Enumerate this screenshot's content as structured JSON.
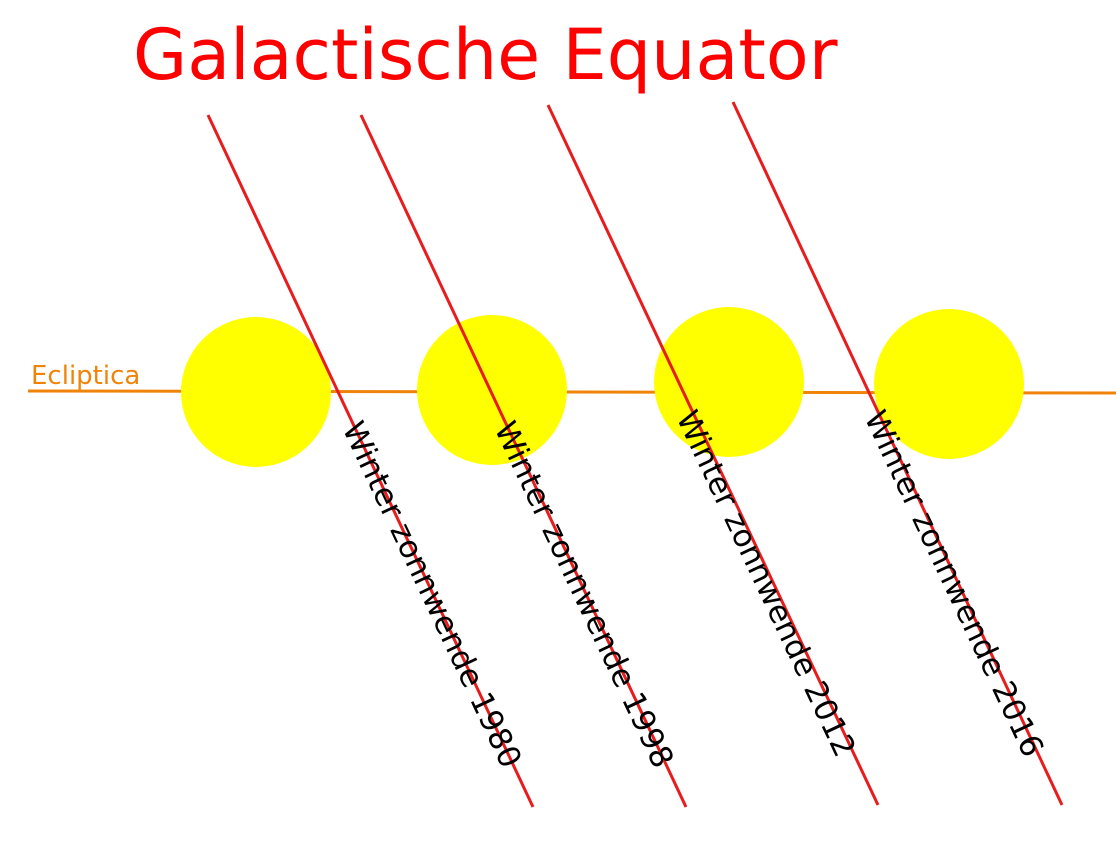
{
  "title": "Galactische Equator",
  "ecliptic_label": "Ecliptica",
  "solstices": [
    {
      "label": "Winter zonnwende 1980"
    },
    {
      "label": "Winter zonnwende 1998"
    },
    {
      "label": "Winter zonnwende 2012"
    },
    {
      "label": "Winter zonnwende 2016"
    }
  ],
  "colors": {
    "title": "#ff0000",
    "equator_line": "#e81c1c",
    "ecliptic": "#f0840a",
    "sun": "#ffff00",
    "label": "#000000"
  }
}
